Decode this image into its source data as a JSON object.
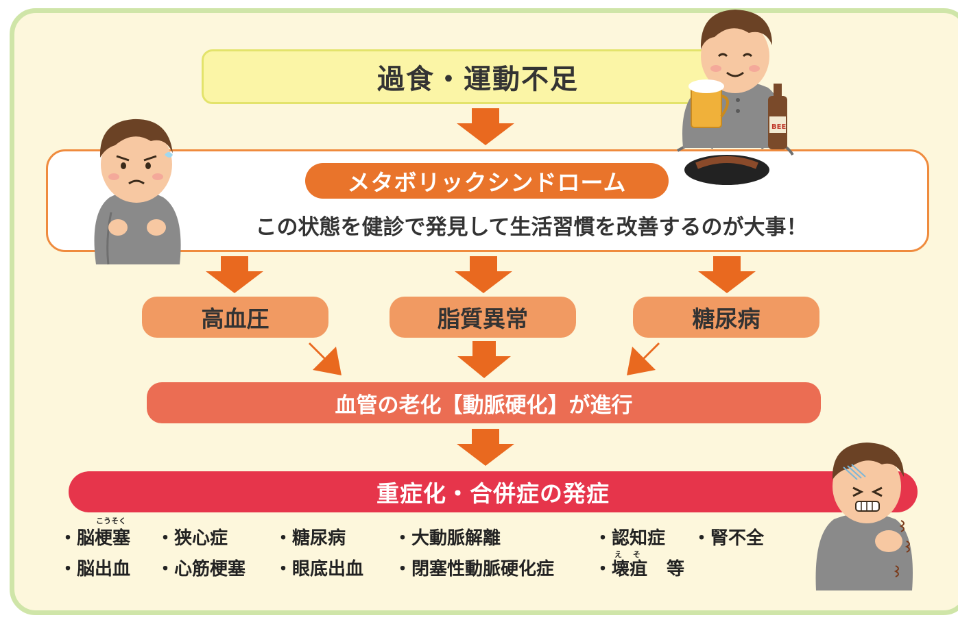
{
  "steps": {
    "cause": "過食・運動不足",
    "metabolic_title": "メタボリックシンドローム",
    "metabolic_message": "この状態を健診で発見して生活習慣を改善するのが大事！",
    "conditions": [
      "高血圧",
      "脂質異常",
      "糖尿病"
    ],
    "artery": "血管の老化【動脈硬化】が進行",
    "severe": "重症化・合併症の発症"
  },
  "diseases": {
    "row1": [
      "・脳梗塞",
      "・狭心症",
      "・糖尿病",
      "・大動脈解離",
      "・認知症",
      "・腎不全"
    ],
    "row2": [
      "・脳出血",
      "・心筋梗塞",
      "・眼底出血",
      "・閉塞性動脈硬化症",
      "・壊疽",
      "等"
    ],
    "ruby_kosoku": "こうそく",
    "ruby_eso": "え そ"
  },
  "illustrations": {
    "worried_man": "worried-man-icon",
    "drinking_man": "drinking-man-icon",
    "pained_man": "pained-man-icon",
    "beer_label": "BEE"
  },
  "colors": {
    "cause": "#fbf5a6",
    "metabolic": "#e9742b",
    "condition": "#f19a62",
    "artery": "#eb6d53",
    "severe": "#e6354b",
    "arrow": "#e9691f"
  }
}
